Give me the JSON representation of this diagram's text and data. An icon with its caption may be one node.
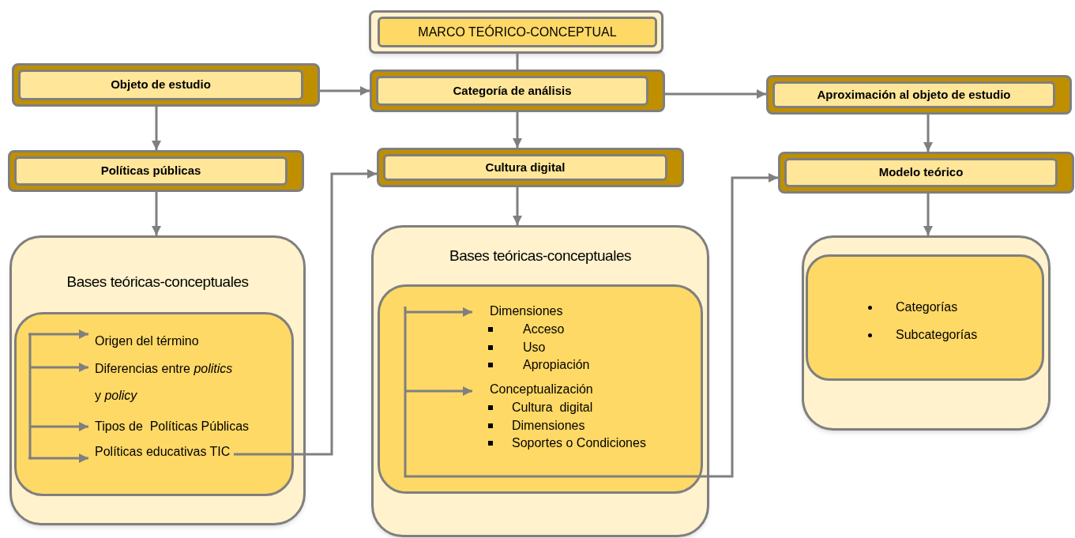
{
  "diagram": {
    "nodes": [
      {
        "text": [
          "MARCO TEÓRICO-CONCEPTUAL"
        ]
      },
      {
        "text": [
          "Objeto de estudio"
        ]
      },
      {
        "text": [
          "Categoría de análisis"
        ]
      },
      {
        "text": [
          "Aproximación al objeto de estudio"
        ]
      },
      {
        "text": [
          "Políticas públicas"
        ]
      },
      {
        "text": [
          "Cultura digital"
        ]
      },
      {
        "text": [
          "Modelo teórico"
        ]
      },
      {
        "text": [
          "Bases teóricas-conceptuales"
        ]
      },
      {
        "text": [],
        "shape": "box",
        "in": 7
      },
      {
        "text": [
          "Origen del término"
        ],
        "in": 8
      },
      {
        "text": [
          "Diferencias entre *politics* y *policy*"
        ],
        "in": 8
      },
      {
        "text": [
          "Tipos de  Políticas Públicas"
        ],
        "in": 8
      },
      {
        "text": [
          "Políticas educativas TIC"
        ],
        "in": 8
      },
      {
        "text": [
          "Bases teóricas-conceptuales"
        ]
      },
      {
        "text": [],
        "shape": "box",
        "in": 13
      },
      {
        "text": [
          "Dimensiones",
          "Acceso",
          "Uso",
          "Apropiación"
        ],
        "in": 14
      },
      {
        "text": [
          "Conceptualización",
          "Cultura  digital",
          "Dimensiones",
          "Soportes o Condiciones"
        ],
        "in": 14
      },
      {
        "text": [],
        "shape": "box"
      },
      {
        "text": [
          "Categorías",
          "Subcategorías"
        ],
        "in": 17
      }
    ],
    "edges": [
      {
        "from": 0,
        "to": 2,
        "arrow": "none"
      },
      {
        "from": 1,
        "to": 2,
        "arrow": "to"
      },
      {
        "from": 2,
        "to": 3,
        "arrow": "to"
      },
      {
        "from": 1,
        "to": 4,
        "arrow": "to"
      },
      {
        "from": 2,
        "to": 5,
        "arrow": "to"
      },
      {
        "from": 3,
        "to": 6,
        "arrow": "to"
      },
      {
        "from": 4,
        "to": 7,
        "arrow": "to"
      },
      {
        "from": 5,
        "to": 13,
        "arrow": "to"
      },
      {
        "from": 6,
        "to": 17,
        "arrow": "to"
      },
      {
        "from": null,
        "to": 9,
        "arrow": "to"
      },
      {
        "from": null,
        "to": 10,
        "arrow": "to"
      },
      {
        "from": null,
        "to": 11,
        "arrow": "to"
      },
      {
        "from": null,
        "to": 12,
        "arrow": "to"
      },
      {
        "from": 12,
        "to": 5,
        "arrow": "to"
      },
      {
        "from": null,
        "to": 15,
        "arrow": "to"
      },
      {
        "from": null,
        "to": 16,
        "arrow": "to"
      },
      {
        "from": 14,
        "to": 6,
        "arrow": "to"
      }
    ]
  }
}
